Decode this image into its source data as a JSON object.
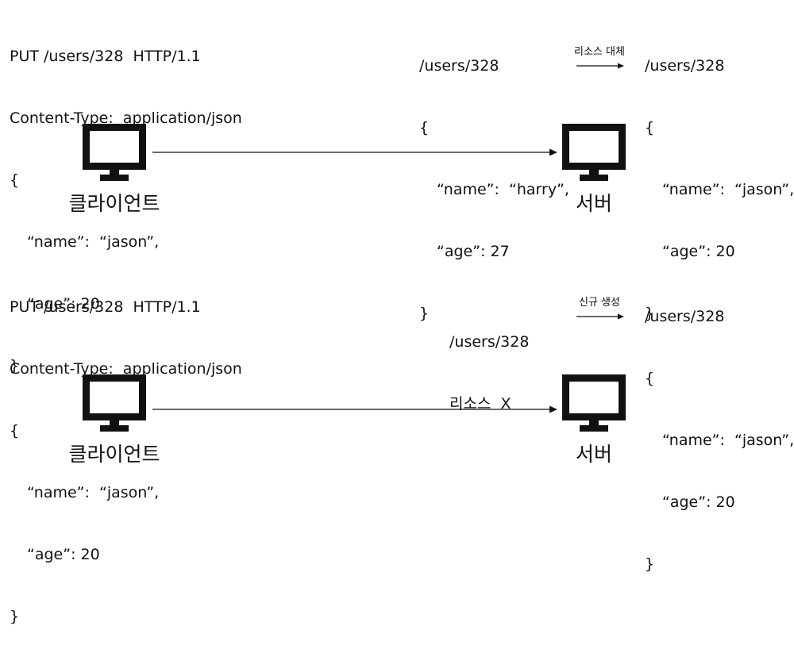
{
  "scenarios": [
    {
      "request": {
        "line": "PUT /users/328  HTTP/1.1",
        "header": "Content-Type:  application/json",
        "open": "{",
        "field1": "“name”:  “jason”,",
        "field2": "“age”: 20",
        "close": "}"
      },
      "server_before": {
        "path": "/users/328",
        "open": "{",
        "field1": "“name”:  “harry”,",
        "field2": "“age”: 27",
        "close": "}"
      },
      "operation": "리소스 대체",
      "server_after": {
        "path": "/users/328",
        "open": "{",
        "field1": "“name”:  “jason”,",
        "field2": "“age”: 20",
        "close": "}"
      },
      "client_label": "클라이언트",
      "server_label": "서버"
    },
    {
      "request": {
        "line": "PUT /users/328  HTTP/1.1",
        "header": "Content-Type:  application/json",
        "open": "{",
        "field1": "“name”:  “jason”,",
        "field2": "“age”: 20",
        "close": "}"
      },
      "server_before": {
        "path": "/users/328",
        "status": "리소스  X"
      },
      "operation": "신규 생성",
      "server_after": {
        "path": "/users/328",
        "open": "{",
        "field1": "“name”:  “jason”,",
        "field2": "“age”: 20",
        "close": "}"
      },
      "client_label": "클라이언트",
      "server_label": "서버"
    }
  ],
  "icons": {
    "client": "monitor-icon",
    "server": "monitor-icon"
  },
  "colors": {
    "text": "#111111",
    "line": "#111111",
    "background": "#ffffff"
  }
}
